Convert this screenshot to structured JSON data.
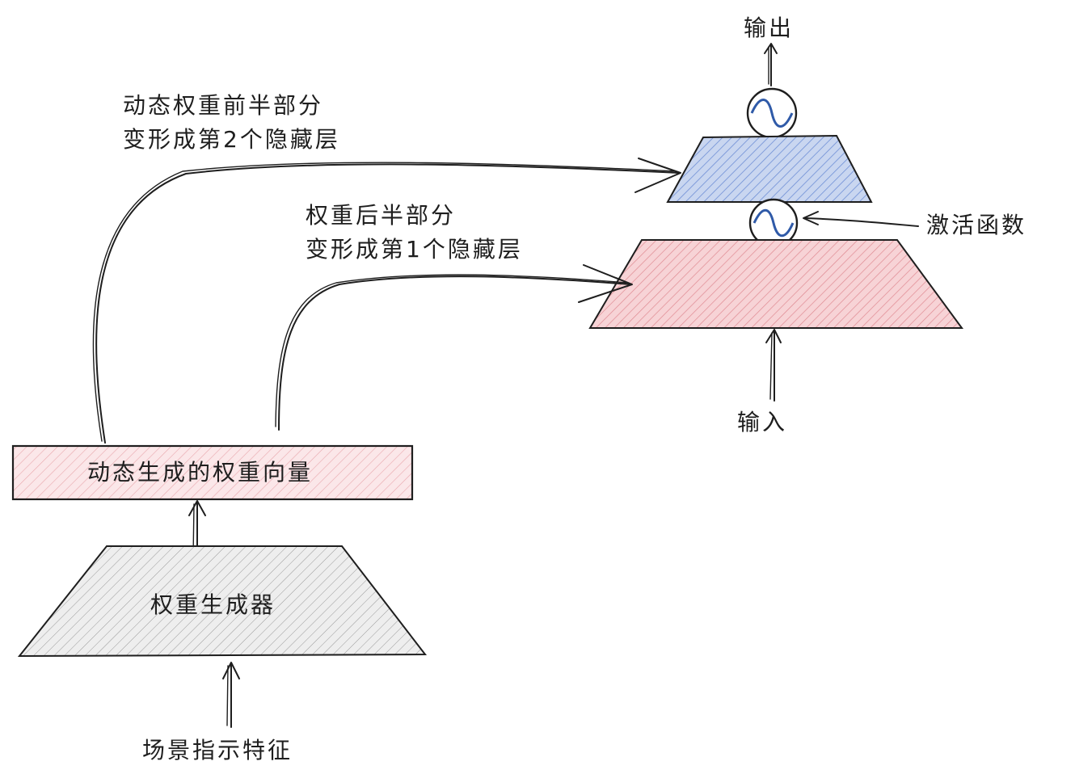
{
  "labels": {
    "output": "输出",
    "input": "输入",
    "activation": "激活函数",
    "first_half_line1": "动态权重前半部分",
    "first_half_line2": "变形成第2个隐藏层",
    "second_half_line1": "权重后半部分",
    "second_half_line2": "变形成第1个隐藏层",
    "weight_vector": "动态生成的权重向量",
    "generator": "权重生成器",
    "scene_feature": "场景指示特征"
  },
  "colors": {
    "stroke": "#1e1e1e",
    "hidden_layer_2_fill": "#c9d6f0",
    "hidden_layer_2_hatch": "#6f8fd6",
    "hidden_layer_1_fill": "#f7d3d6",
    "hidden_layer_1_hatch": "#e08a92",
    "weight_vector_fill": "#fbe7e9",
    "weight_vector_hatch": "#e9a7ad",
    "generator_fill": "#eeeeee",
    "generator_hatch": "#9a9a9a",
    "sine_wave": "#2f5aa8"
  }
}
